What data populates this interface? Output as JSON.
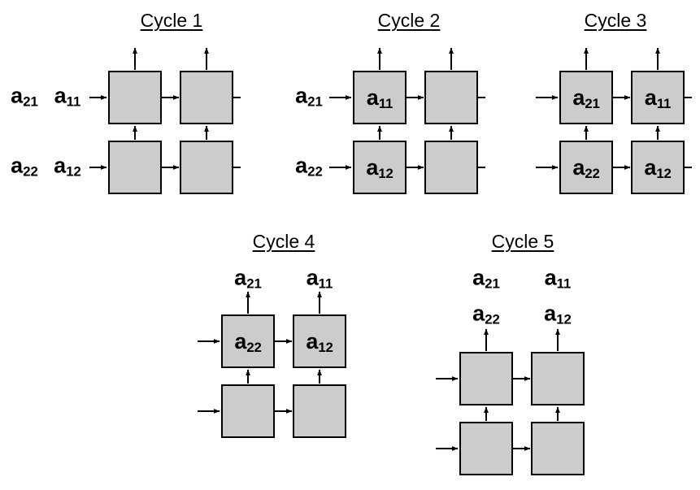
{
  "figure": {
    "title_prefix": "Cycle",
    "box_fill": "#cccccc",
    "box_stroke": "#000000",
    "text_color": "#000000",
    "background": "#ffffff"
  },
  "cycles": [
    {
      "id": "cycle-1",
      "title": "Cycle 1",
      "left_labels": [
        {
          "base": "a",
          "sub": "21 a",
          "text": "a21 a11"
        },
        {
          "base": "a",
          "sub": "22 a",
          "text": "a22 a12"
        }
      ],
      "left_label_row0_a": "a",
      "left_label_row0_a_sub": "21",
      "left_label_row0_b": "a",
      "left_label_row0_b_sub": "11",
      "left_label_row1_a": "a",
      "left_label_row1_a_sub": "22",
      "left_label_row1_b": "a",
      "left_label_row1_b_sub": "12",
      "cells": {
        "top_left": "",
        "top_left_sub": "",
        "top_right": "",
        "top_right_sub": "",
        "bottom_left": "",
        "bottom_left_sub": "",
        "bottom_right": "",
        "bottom_right_sub": ""
      },
      "outputs": []
    },
    {
      "id": "cycle-2",
      "title": "Cycle 2",
      "left_label_row0_a": "a",
      "left_label_row0_a_sub": "21",
      "left_label_row1_a": "a",
      "left_label_row1_a_sub": "22",
      "cells": {
        "top_left": "a",
        "top_left_sub": "11",
        "top_right": "",
        "top_right_sub": "",
        "bottom_left": "a",
        "bottom_left_sub": "12",
        "bottom_right": "",
        "bottom_right_sub": ""
      },
      "outputs": []
    },
    {
      "id": "cycle-3",
      "title": "Cycle 3",
      "cells": {
        "top_left": "a",
        "top_left_sub": "21",
        "top_right": "a",
        "top_right_sub": "11",
        "bottom_left": "a",
        "bottom_left_sub": "22",
        "bottom_right": "a",
        "bottom_right_sub": "12"
      },
      "outputs": []
    },
    {
      "id": "cycle-4",
      "title": "Cycle 4",
      "cells": {
        "top_left": "a",
        "top_left_sub": "22",
        "top_right": "a",
        "top_right_sub": "12",
        "bottom_left": "",
        "bottom_left_sub": "",
        "bottom_right": "",
        "bottom_right_sub": ""
      },
      "output_left_a": "a",
      "output_left_a_sub": "21",
      "output_right_a": "a",
      "output_right_a_sub": "11"
    },
    {
      "id": "cycle-5",
      "title": "Cycle 5",
      "cells": {
        "top_left": "",
        "top_left_sub": "",
        "top_right": "",
        "top_right_sub": "",
        "bottom_left": "",
        "bottom_left_sub": "",
        "bottom_right": "",
        "bottom_right_sub": ""
      },
      "output_left_a": "a",
      "output_left_a_sub": "21",
      "output_left_b": "a",
      "output_left_b_sub": "22",
      "output_right_a": "a",
      "output_right_a_sub": "11",
      "output_right_b": "a",
      "output_right_b_sub": "12"
    }
  ]
}
